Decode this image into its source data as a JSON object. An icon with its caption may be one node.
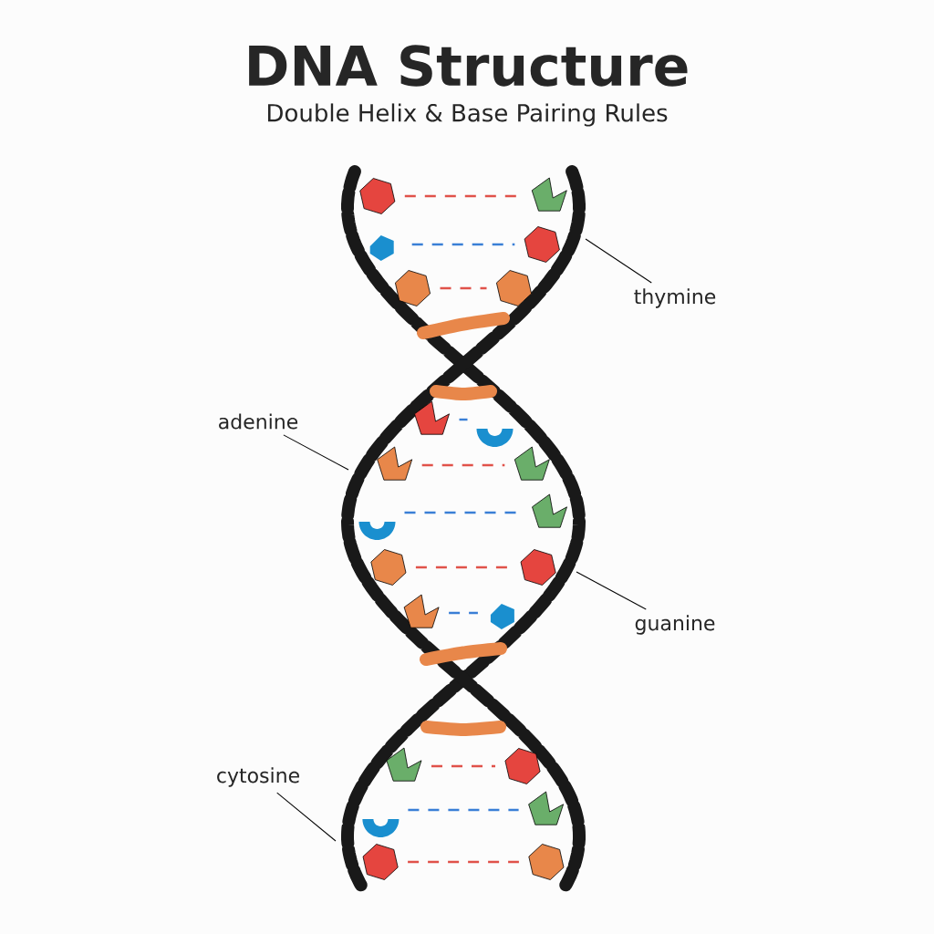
{
  "diagram": {
    "title": "DNA Structure",
    "caption": "Double Helix & Base Pairing Rules",
    "nodes": [
      {
        "text": [
          "thymine"
        ]
      },
      {
        "text": [
          "adenine"
        ]
      },
      {
        "text": [
          "guanine"
        ]
      },
      {
        "text": [
          "cytosine"
        ]
      }
    ],
    "edges": [
      {
        "from": 0,
        "to": null,
        "arrow": "none"
      },
      {
        "from": 1,
        "to": null,
        "arrow": "none"
      },
      {
        "from": 2,
        "to": null,
        "arrow": "none"
      },
      {
        "from": 3,
        "to": null,
        "arrow": "none"
      }
    ]
  }
}
